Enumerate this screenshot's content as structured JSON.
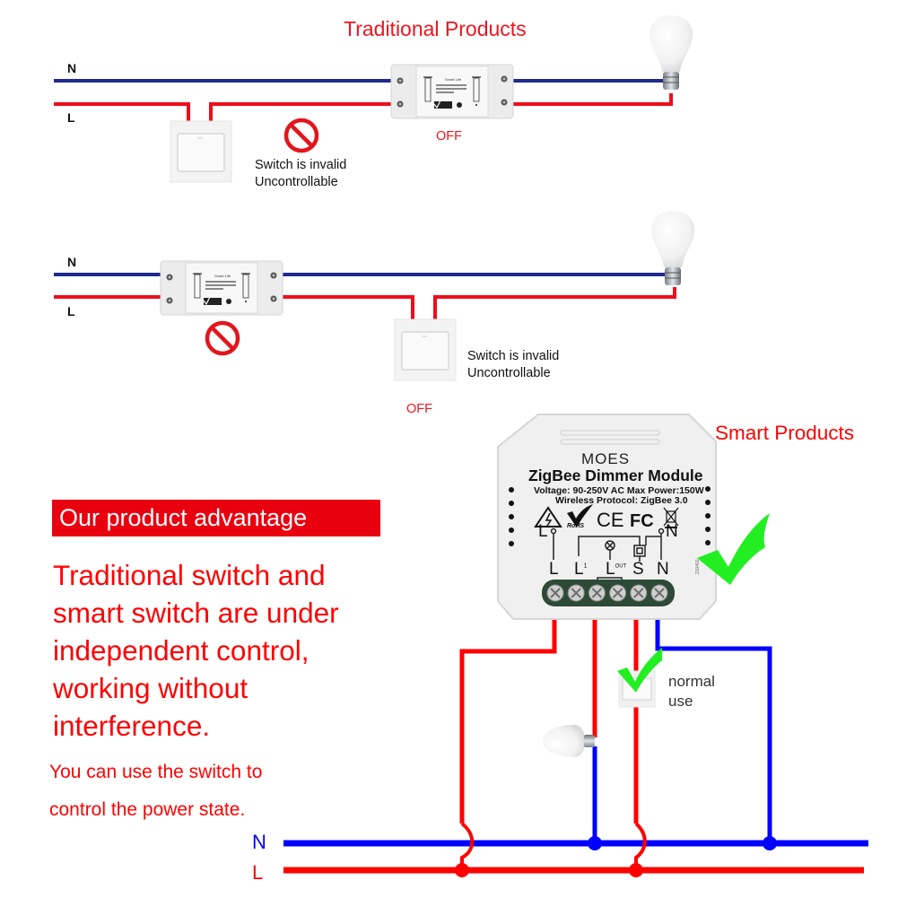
{
  "colors": {
    "neutral_traditional": "#1e2a8c",
    "live_traditional": "#ee0d1a",
    "neutral_smart": "#0000ff",
    "live_smart": "#ff0000",
    "check_green": "#22ee22",
    "prohibit_red": "#e3141b",
    "badge_red": "#e8000f",
    "terminal_green": "#2d4a37"
  },
  "traditional": {
    "title": "Traditional Products",
    "diagram1": {
      "n_label": "N",
      "l_label": "L",
      "relay_brand": "Smart Life",
      "status": "OFF",
      "note_line1": "Switch is invalid",
      "note_line2": "Uncontrollable",
      "prohibit_icon": "prohibited-icon"
    },
    "diagram2": {
      "n_label": "N",
      "l_label": "L",
      "relay_brand": "Smart Life",
      "status": "OFF",
      "note_line1": "Switch is invalid",
      "note_line2": "Uncontrollable",
      "prohibit_icon": "prohibited-icon"
    }
  },
  "advantage": {
    "badge": "Our product advantage",
    "main_lines": [
      "Traditional switch and",
      "smart switch are under",
      "independent control,",
      "working without",
      "interference."
    ],
    "sub_lines": [
      "You can use the switch to",
      "control the power state."
    ]
  },
  "smart": {
    "title": "Smart Products",
    "module": {
      "brand": "MOES",
      "name": "ZigBee Dimmer Module",
      "spec_line1": "Voltage: 90-250V AC Max Power:150W",
      "spec_line2": "Wireless Protocol: ZigBee 3.0",
      "cert_marks": [
        "warning-icon",
        "RoHS",
        "CE",
        "FC",
        "weee-icon"
      ],
      "top_terminals": [
        "L",
        "N"
      ],
      "terminals": [
        "L",
        "L1",
        "Lout",
        "S",
        "N"
      ],
      "terminal_labels": {
        "l": "L",
        "l1_base": "L",
        "l1_sup": "1",
        "lout_base": "L",
        "lout_sup": "OUT",
        "s": "S",
        "n": "N"
      },
      "terminal_screw_count": 6
    },
    "switch_note_line1": "normal",
    "switch_note_line2": "use",
    "bus": {
      "n_label": "N",
      "l_label": "L"
    }
  }
}
